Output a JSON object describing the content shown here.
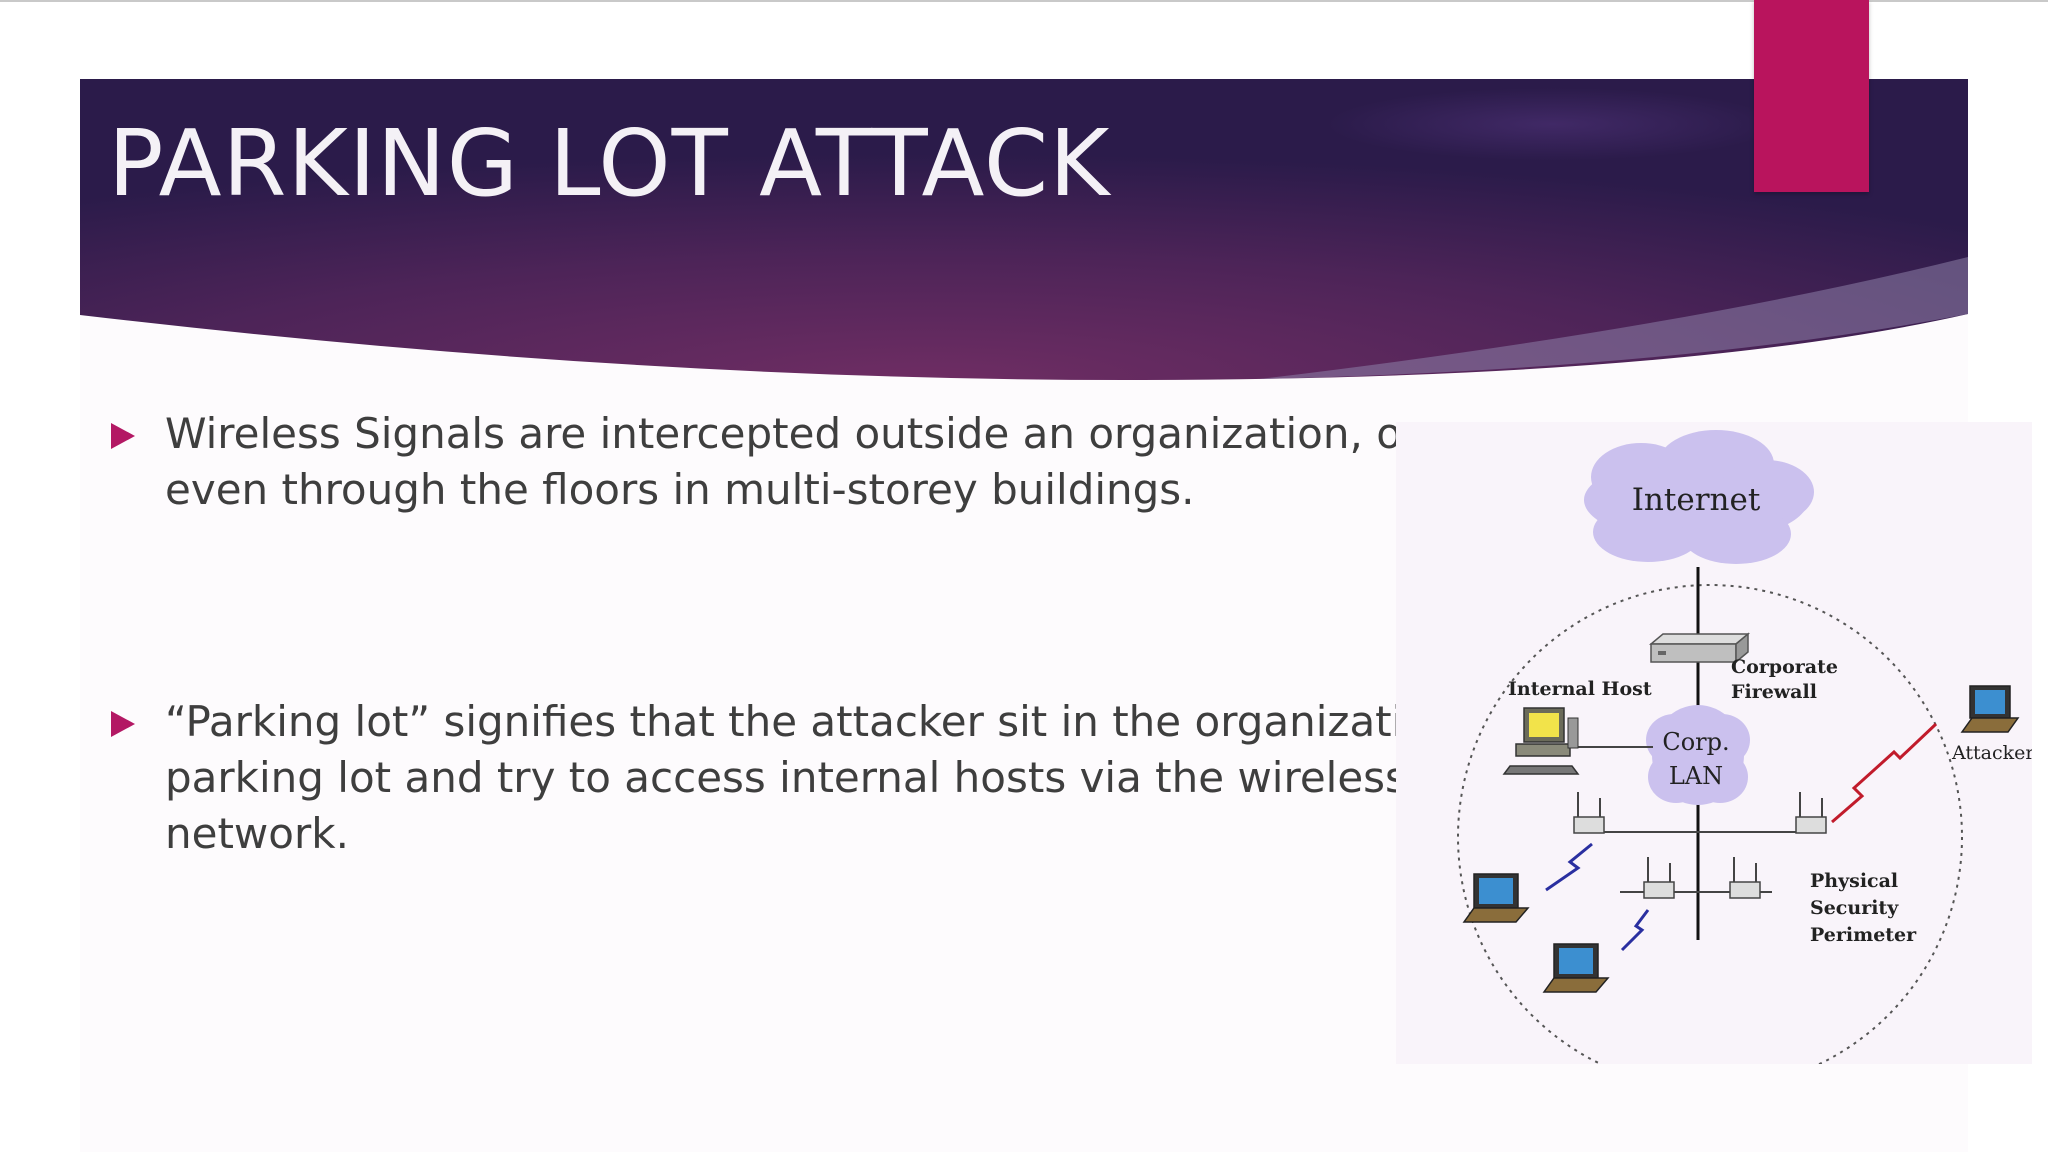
{
  "slide": {
    "title": "PARKING LOT ATTACK",
    "colors": {
      "banner_gradient_center": "#6b2b62",
      "banner_gradient_edge": "#2c1b4a",
      "accent_tab": "#b9145d",
      "bullet_arrow": "#b31864",
      "body_text": "#3e3e3e"
    },
    "bullets": [
      {
        "icon": "triangle-bullet-icon",
        "text": "Wireless Signals are intercepted outside an organization, or even through the floors in multi-storey buildings."
      },
      {
        "icon": "triangle-bullet-icon",
        "text": "“Parking lot” signifies that the attacker sit in the organization's parking lot and try to access internal hosts via the wireless network."
      }
    ]
  },
  "diagram": {
    "labels": {
      "internet": "Internet",
      "firewall_line1": "Corporate",
      "firewall_line2": "Firewall",
      "internal_host": "Internal Host",
      "lan_line1": "Corp.",
      "lan_line2": "LAN",
      "attacker": "Attacker",
      "perimeter_line1": "Physical",
      "perimeter_line2": "Security",
      "perimeter_line3": "Perimeter"
    },
    "icons": [
      "cloud-icon",
      "firewall-icon",
      "desktop-computer-icon",
      "access-point-icon",
      "laptop-icon",
      "wireless-link-icon"
    ]
  }
}
